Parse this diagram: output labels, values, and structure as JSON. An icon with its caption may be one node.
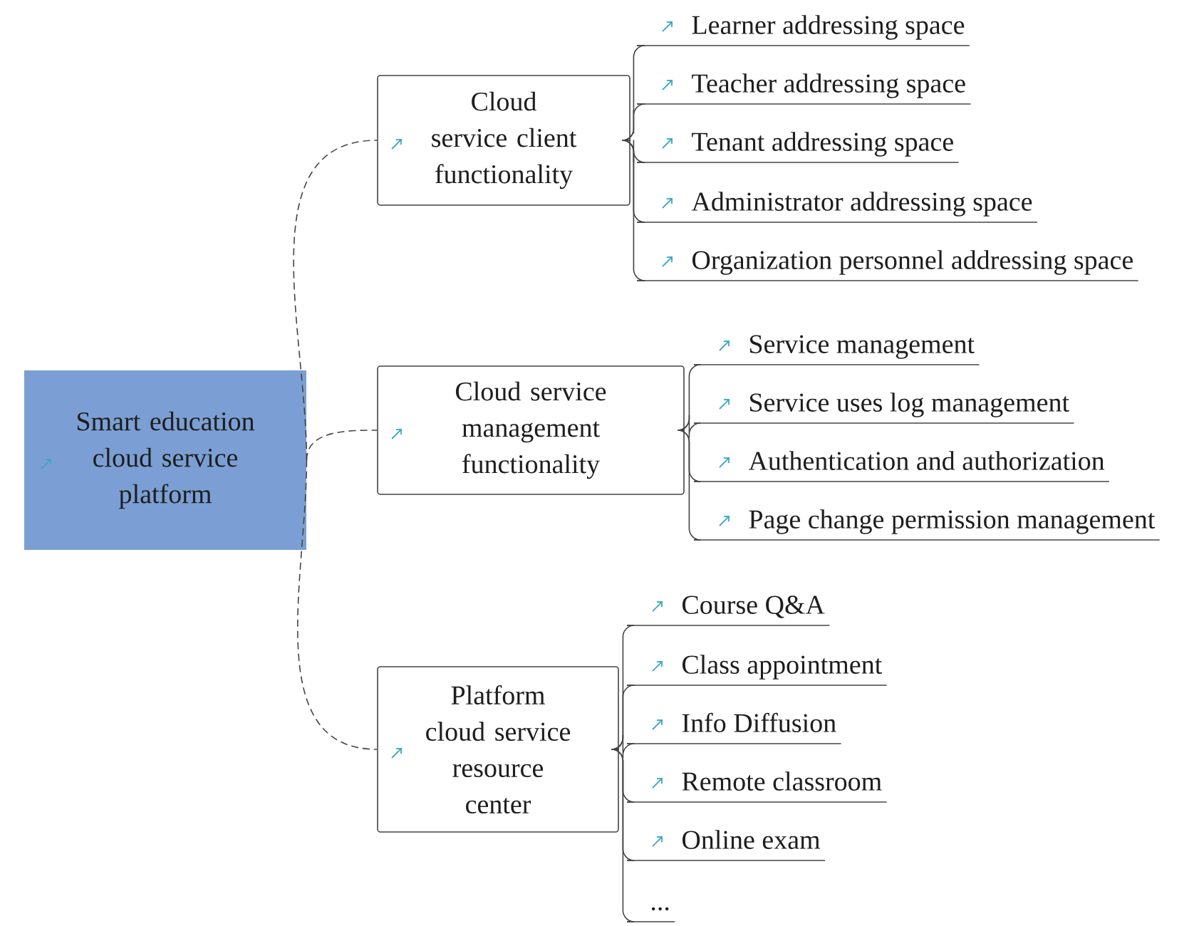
{
  "diagram": {
    "nodes": [
      {
        "text": [
          "Smart education cloud service platform"
        ]
      },
      {
        "text": [
          "Cloud service client functionality"
        ]
      },
      {
        "text": [
          "Learner addressing space"
        ]
      },
      {
        "text": [
          "Teacher addressing space"
        ]
      },
      {
        "text": [
          "Tenant addressing space"
        ]
      },
      {
        "text": [
          "Administrator addressing space"
        ]
      },
      {
        "text": [
          "Organization personnel addressing space"
        ]
      },
      {
        "text": [
          "Cloud service management functionality"
        ]
      },
      {
        "text": [
          "Service management"
        ]
      },
      {
        "text": [
          "Service uses log management"
        ]
      },
      {
        "text": [
          "Authentication and authorization"
        ]
      },
      {
        "text": [
          "Page change permission management"
        ]
      },
      {
        "text": [
          "Platform cloud service resource center"
        ]
      },
      {
        "text": [
          "Course Q&A"
        ]
      },
      {
        "text": [
          "Class appointment"
        ]
      },
      {
        "text": [
          "Info Diffusion"
        ]
      },
      {
        "text": [
          "Remote classroom"
        ]
      },
      {
        "text": [
          "Online exam"
        ]
      },
      {
        "text": [
          "..."
        ]
      }
    ],
    "edges": [
      {
        "from": 0,
        "to": 1,
        "arrow": "none",
        "style": "dashed"
      },
      {
        "from": 0,
        "to": 7,
        "arrow": "none",
        "style": "dashed"
      },
      {
        "from": 0,
        "to": 12,
        "arrow": "none",
        "style": "dashed"
      },
      {
        "from": 1,
        "to": 2,
        "arrow": "none"
      },
      {
        "from": 1,
        "to": 3,
        "arrow": "none"
      },
      {
        "from": 1,
        "to": 4,
        "arrow": "none"
      },
      {
        "from": 1,
        "to": 5,
        "arrow": "none"
      },
      {
        "from": 1,
        "to": 6,
        "arrow": "none"
      },
      {
        "from": 7,
        "to": 8,
        "arrow": "none"
      },
      {
        "from": 7,
        "to": 9,
        "arrow": "none"
      },
      {
        "from": 7,
        "to": 10,
        "arrow": "none"
      },
      {
        "from": 7,
        "to": 11,
        "arrow": "none"
      },
      {
        "from": 12,
        "to": 13,
        "arrow": "none"
      },
      {
        "from": 12,
        "to": 14,
        "arrow": "none"
      },
      {
        "from": 12,
        "to": 15,
        "arrow": "none"
      },
      {
        "from": 12,
        "to": 16,
        "arrow": "none"
      },
      {
        "from": 12,
        "to": 17,
        "arrow": "none"
      },
      {
        "from": 12,
        "to": 18,
        "arrow": "none"
      }
    ]
  }
}
